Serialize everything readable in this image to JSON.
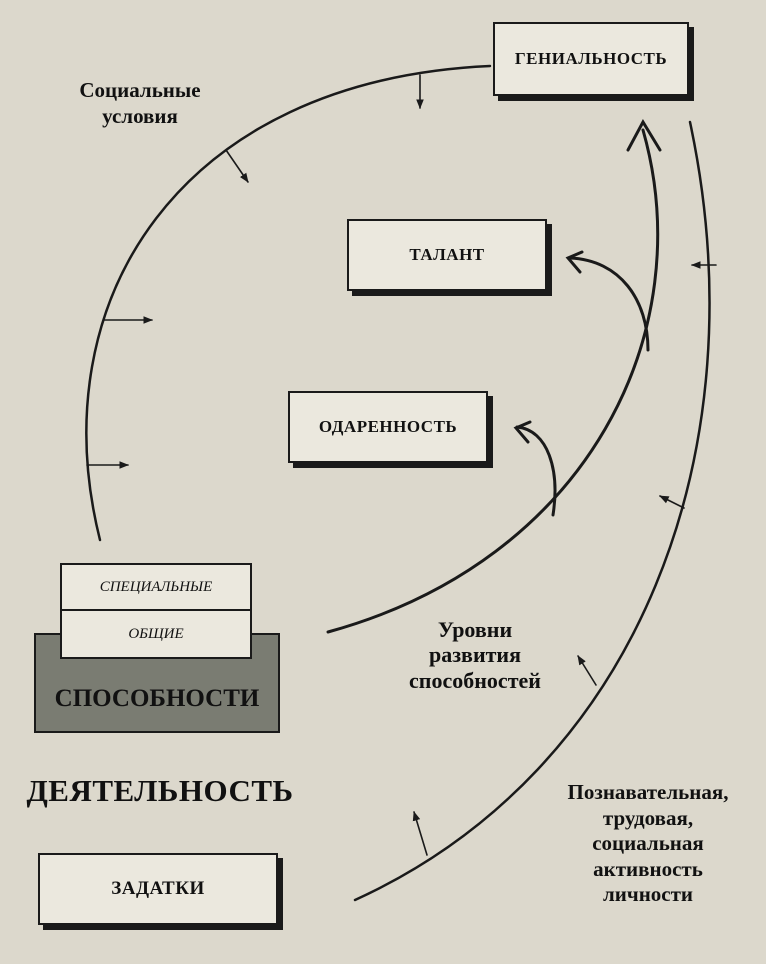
{
  "boxes": {
    "genius": "ГЕНИАЛЬНОСТЬ",
    "talent": "ТАЛАНТ",
    "giftedness": "ОДАРЕННОСТЬ",
    "special": "СПЕЦИАЛЬНЫЕ",
    "general": "ОБЩИЕ",
    "abilities": "СПОСОБНОСТИ",
    "inclinations": "ЗАДАТКИ"
  },
  "labels": {
    "social_conditions": [
      "Социальные",
      "условия"
    ],
    "activity": "ДЕЯТЕЛЬНОСТЬ",
    "development_levels": [
      "Уровни",
      "развития",
      "способностей"
    ],
    "personal_activity": [
      "Познавательная,",
      "трудовая,",
      "социальная",
      "активность",
      "личности"
    ]
  }
}
